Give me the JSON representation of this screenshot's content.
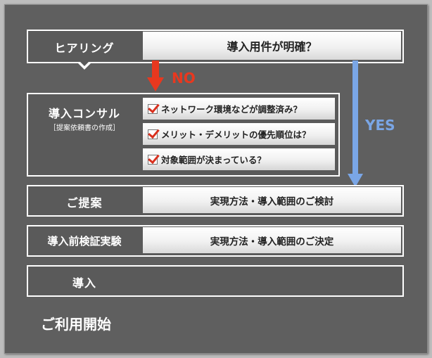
{
  "colors": {
    "background": "#5f5f5f",
    "no_arrow": "#e8381f",
    "yes_arrow": "#7aa6e6",
    "check_mark": "#d9301e"
  },
  "hearing": {
    "label": "ヒアリング",
    "question": "導入用件が明確？"
  },
  "branch": {
    "no": "NO",
    "yes": "YES"
  },
  "consult": {
    "label": "導入コンサル",
    "sublabel": "［提案依頼書の作成］",
    "checks": [
      "ネットワーク環境などが調整済み？",
      "メリット・デメリットの優先順位は？",
      "対象範囲が決まっている？"
    ]
  },
  "proposal": {
    "label": "ご提案",
    "detail": "実現方法・導入範囲のご検討"
  },
  "verification": {
    "label": "導入前検証実験",
    "detail": "実現方法・導入範囲のご決定"
  },
  "introduction": {
    "label": "導入"
  },
  "final": {
    "label": "ご利用開始"
  }
}
